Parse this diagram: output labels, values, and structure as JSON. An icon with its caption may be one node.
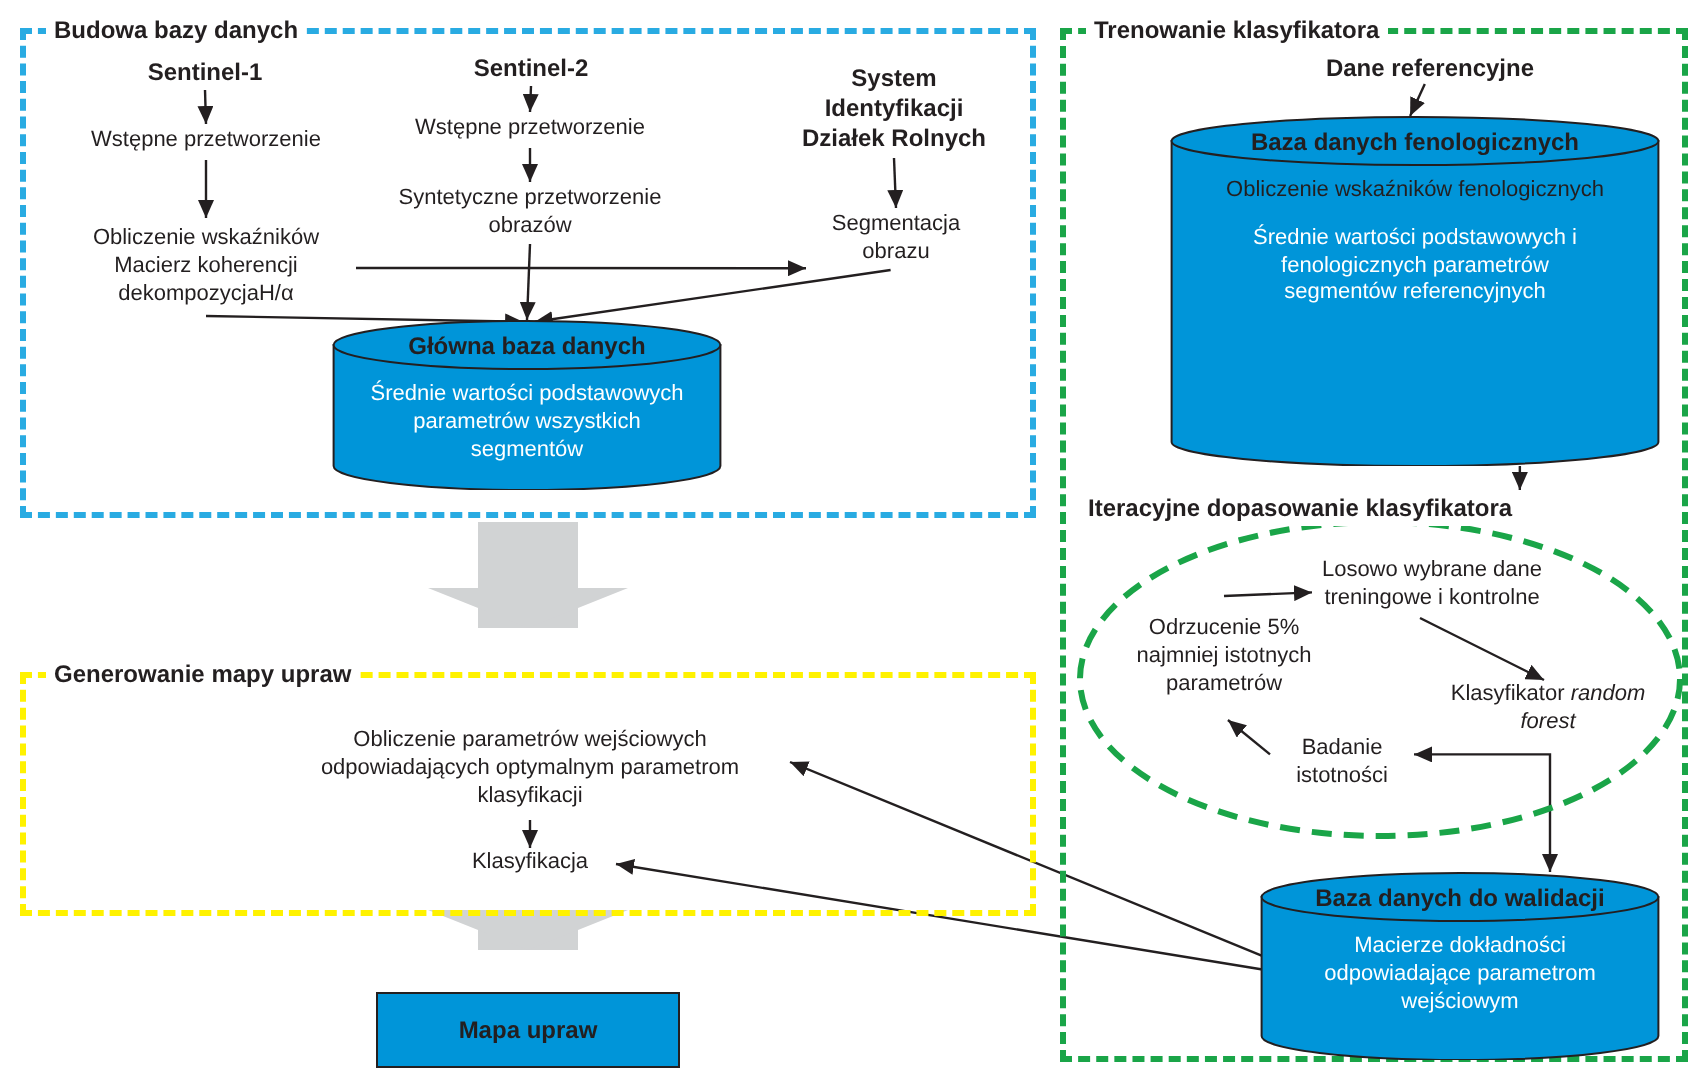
{
  "diagram": {
    "nodes": [
      {
        "text": [
          "Budowa bazy danych"
        ]
      },
      {
        "text": [
          "Sentinel-1"
        ],
        "in": 0
      },
      {
        "text": [
          "Wstępne przetworzenie"
        ],
        "in": 0
      },
      {
        "text": [
          "Obliczenie wskaźników Macierz koherencji dekompozycjaH/α"
        ],
        "in": 0
      },
      {
        "text": [
          "Sentinel-2"
        ],
        "in": 0
      },
      {
        "text": [
          "Wstępne przetworzenie"
        ],
        "in": 0
      },
      {
        "text": [
          "Syntetyczne przetworzenie obrazów"
        ],
        "in": 0
      },
      {
        "text": [
          "System Identyfikacji Działek Rolnych"
        ],
        "in": 0
      },
      {
        "text": [
          "Segmentacja obrazu"
        ],
        "in": 0
      },
      {
        "text": [
          "Główna baza danych",
          "Średnie wartości podstawowych parametrów wszystkich segmentów"
        ],
        "in": 0
      },
      {
        "text": [
          "Trenowanie klasyfikatora"
        ]
      },
      {
        "text": [
          "Dane referencyjne"
        ],
        "in": 10
      },
      {
        "text": [
          "Baza danych fenologicznych",
          "Obliczenie wskaźników fenologicznych",
          "Średnie wartości podstawowych i fenologicznych parametrów segmentów referencyjnych"
        ],
        "in": 10
      },
      {
        "text": [
          "Iteracyjne dopasowanie klasyfikatora"
        ],
        "in": 10
      },
      {
        "text": [
          "Losowo wybrane dane treningowe i kontrolne"
        ],
        "in": 13
      },
      {
        "text": [
          "Klasyfikator *random forest*"
        ],
        "in": 13
      },
      {
        "text": [
          "Badanie istotności"
        ],
        "in": 13
      },
      {
        "text": [
          "Odrzucenie 5% najmniej istotnych parametrów"
        ],
        "in": 13
      },
      {
        "text": [
          "Baza danych do walidacji",
          "Macierze dokładności odpowiadające parametrom wejściowym"
        ],
        "in": 10
      },
      {
        "text": [
          "Generowanie mapy upraw"
        ]
      },
      {
        "text": [
          "Obliczenie parametrów wejściowych odpowiadających optymalnym parametrom klasyfikacji"
        ],
        "in": 19
      },
      {
        "text": [
          "Klasyfikacja"
        ],
        "in": 19
      },
      {
        "text": [
          "Mapa upraw"
        ]
      }
    ],
    "edges": [
      {
        "from": 1,
        "to": 2,
        "arrow": "to"
      },
      {
        "from": 2,
        "to": 3,
        "arrow": "to"
      },
      {
        "from": 4,
        "to": 5,
        "arrow": "to"
      },
      {
        "from": 5,
        "to": 6,
        "arrow": "to"
      },
      {
        "from": 7,
        "to": 8,
        "arrow": "to"
      },
      {
        "from": 3,
        "to": 8,
        "arrow": "to"
      },
      {
        "from": 3,
        "to": 9,
        "arrow": "to"
      },
      {
        "from": 6,
        "to": 9,
        "arrow": "to"
      },
      {
        "from": 8,
        "to": 9,
        "arrow": "to"
      },
      {
        "from": 11,
        "to": 12,
        "arrow": "to"
      },
      {
        "from": 12,
        "to": 13,
        "arrow": "to"
      },
      {
        "from": 17,
        "to": 14,
        "arrow": "to"
      },
      {
        "from": 14,
        "to": 15,
        "arrow": "to"
      },
      {
        "from": 16,
        "to": 18,
        "arrow": "both"
      },
      {
        "from": 16,
        "to": 17,
        "arrow": "to"
      },
      {
        "from": 18,
        "to": 20,
        "arrow": "to"
      },
      {
        "from": 18,
        "to": 21,
        "arrow": "to"
      },
      {
        "from": 20,
        "to": 21,
        "arrow": "to"
      },
      {
        "from": 0,
        "to": 19,
        "arrow": "to",
        "style": "thick",
        "color": "#d1d3d4"
      },
      {
        "from": 19,
        "to": 22,
        "arrow": "to",
        "style": "thick",
        "color": "#d1d3d4"
      }
    ]
  }
}
